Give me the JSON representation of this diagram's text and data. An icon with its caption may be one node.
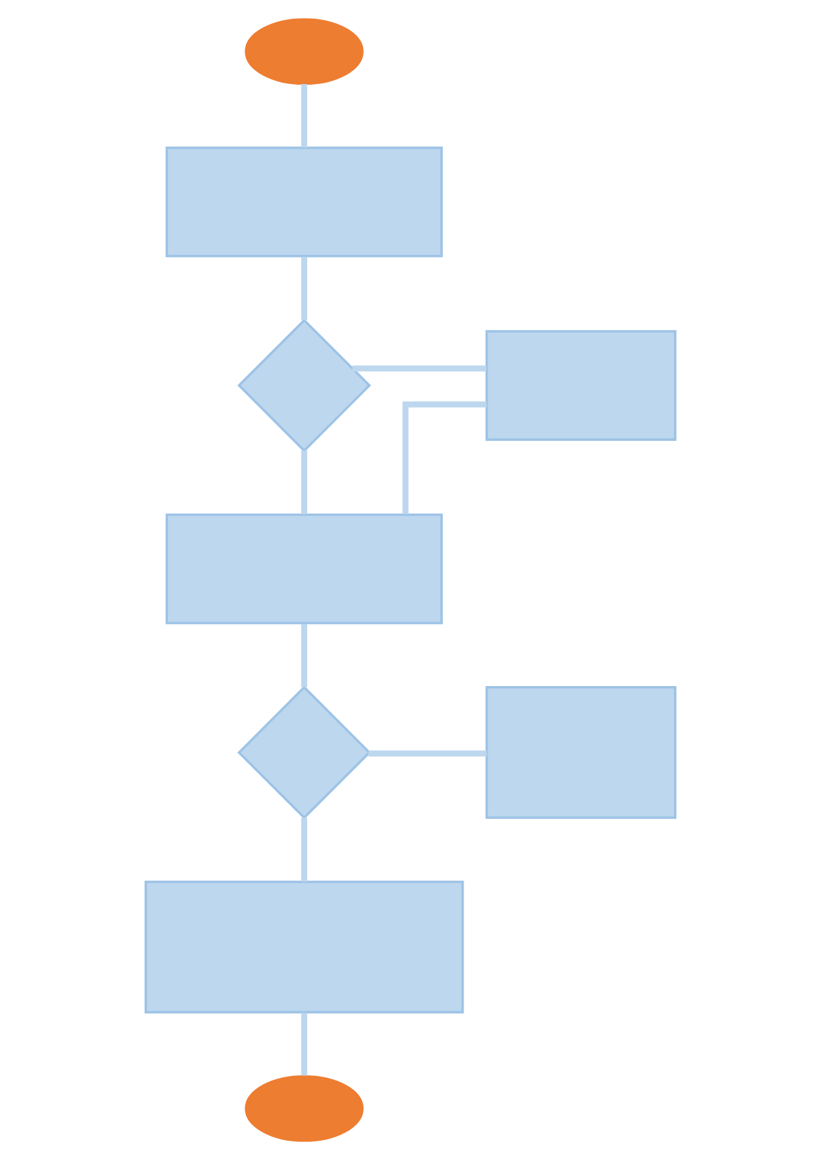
{
  "diagram": {
    "nodes": [
      {
        "text": [],
        "shape": "ellipse"
      },
      {
        "text": [],
        "shape": "box"
      },
      {
        "text": [],
        "shape": "diamond"
      },
      {
        "text": [],
        "shape": "box"
      },
      {
        "text": [],
        "shape": "box"
      },
      {
        "text": [],
        "shape": "diamond"
      },
      {
        "text": [],
        "shape": "box"
      },
      {
        "text": [],
        "shape": "box"
      },
      {
        "text": [],
        "shape": "ellipse"
      }
    ],
    "edges": [
      {
        "from": 0,
        "to": 1,
        "arrow": "none"
      },
      {
        "from": 1,
        "to": 2,
        "arrow": "none"
      },
      {
        "from": 2,
        "to": 3,
        "arrow": "none"
      },
      {
        "from": 2,
        "to": 4,
        "arrow": "none"
      },
      {
        "from": 3,
        "to": 4,
        "arrow": "none"
      },
      {
        "from": 4,
        "to": 5,
        "arrow": "none"
      },
      {
        "from": 5,
        "to": 6,
        "arrow": "none"
      },
      {
        "from": 5,
        "to": 7,
        "arrow": "none"
      },
      {
        "from": 7,
        "to": 8,
        "arrow": "none"
      }
    ]
  }
}
